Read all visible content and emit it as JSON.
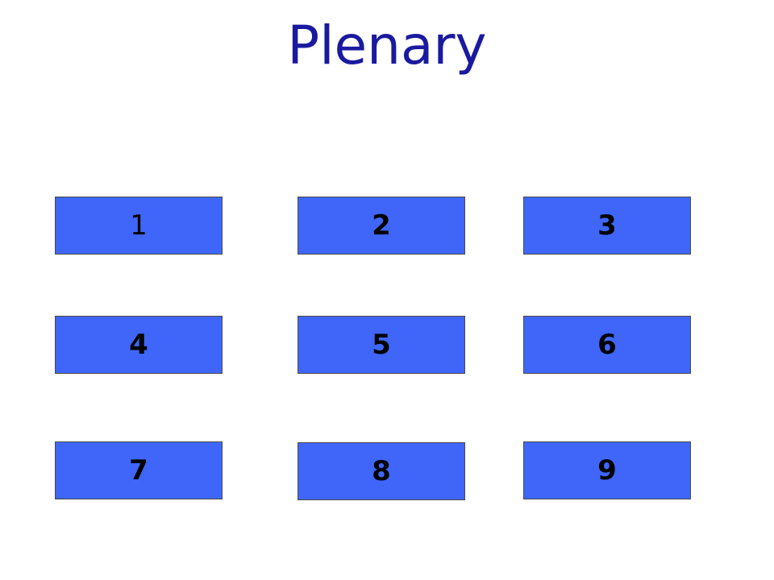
{
  "slide": {
    "title": "Plenary"
  },
  "tiles": [
    {
      "label": "1"
    },
    {
      "label": "2"
    },
    {
      "label": "3"
    },
    {
      "label": "4"
    },
    {
      "label": "5"
    },
    {
      "label": "6"
    },
    {
      "label": "7"
    },
    {
      "label": "8"
    },
    {
      "label": "9"
    }
  ],
  "colors": {
    "title": "#1a1aa0",
    "tile_fill": "#3f66f8",
    "tile_border": "#4a4a4a",
    "tile_text": "#000000",
    "background": "#ffffff"
  }
}
